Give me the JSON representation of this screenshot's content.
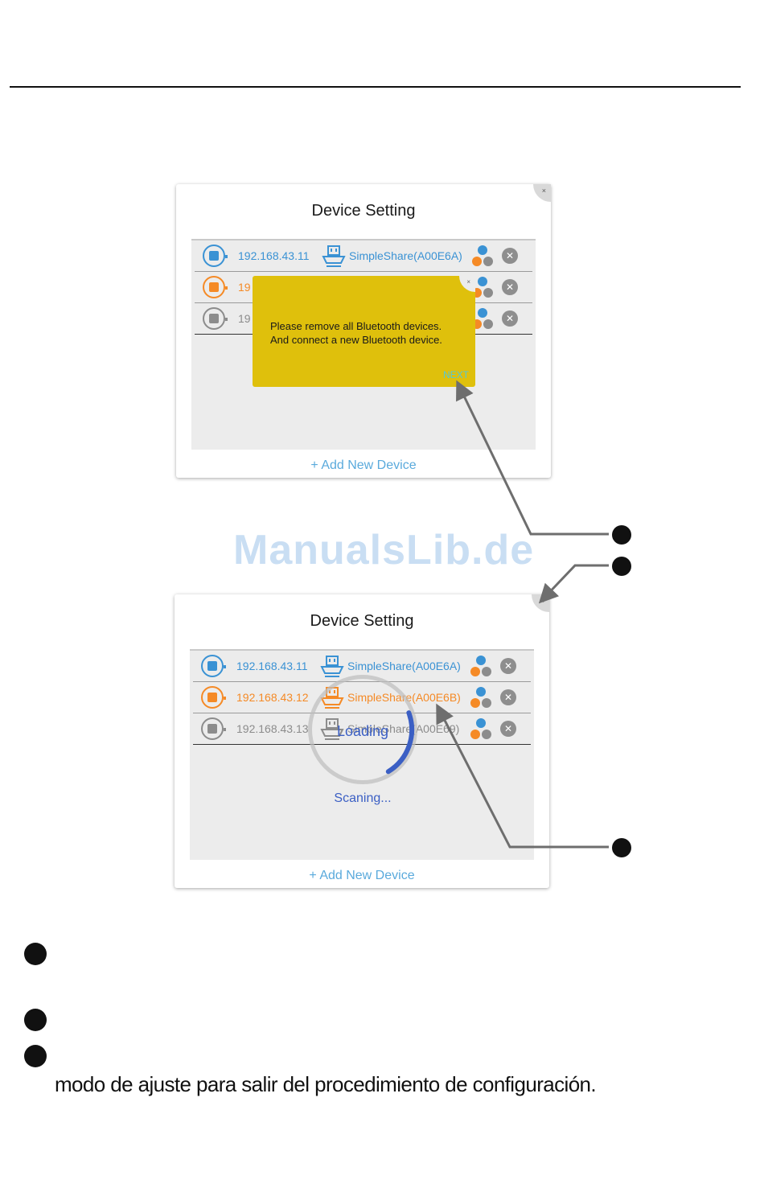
{
  "watermark": "ManualsLib.de",
  "screens": [
    {
      "title": "Device Setting",
      "close_glyph": "×",
      "devices": [
        {
          "ip": "192.168.43.11",
          "name": "SimpleShare(A00E6A)",
          "color": "#3a92d4"
        },
        {
          "ip": "19",
          "name": "",
          "color": "#f58a26"
        },
        {
          "ip": "19",
          "name": "",
          "color": "#8c8c8c"
        }
      ],
      "popup": {
        "close_glyph": "×",
        "line1": "Please remove all Bluetooth devices.",
        "line2": "And connect a new Bluetooth device.",
        "next": "NEXT"
      },
      "add_device": "+ Add New Device"
    },
    {
      "title": "Device Setting",
      "close_glyph": "×",
      "devices": [
        {
          "ip": "192.168.43.11",
          "name": "SimpleShare(A00E6A)",
          "color": "#3a92d4"
        },
        {
          "ip": "192.168.43.12",
          "name": "SimpleShare(A00E6B)",
          "color": "#f58a26"
        },
        {
          "ip": "192.168.43.13",
          "name": "SimpleShare(A00E69)",
          "color": "#8c8c8c"
        }
      ],
      "loading": "Loading",
      "status": "Scaning...",
      "add_device": "+ Add New Device"
    }
  ],
  "remove_glyph": "✕",
  "colors": {
    "blue": "#3a92d4",
    "orange": "#f58a26",
    "gray": "#8c8c8c",
    "popup": "#dfc00c",
    "spinner": "#3b5fc4"
  },
  "caption": "modo de ajuste para salir del procedimiento de configuración."
}
